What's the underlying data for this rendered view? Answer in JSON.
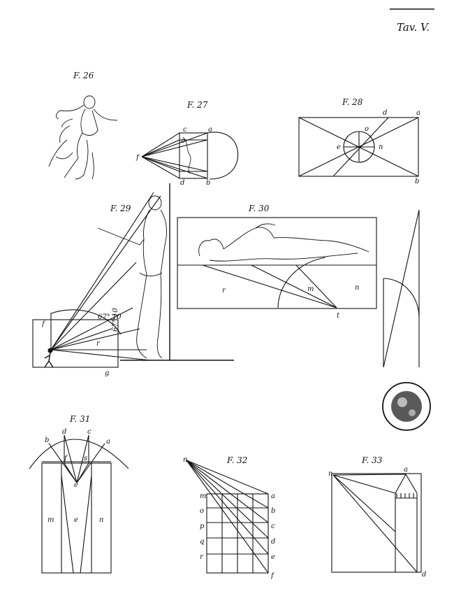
{
  "plate_title": "Tav. V.",
  "figures": {
    "f26": {
      "caption": "F. 26"
    },
    "f27": {
      "caption": "F. 27",
      "labels": [
        "c",
        "a",
        "o",
        "f",
        "d",
        "b"
      ]
    },
    "f28": {
      "caption": "F. 28",
      "labels": [
        "d",
        "a",
        "o",
        "e",
        "n",
        "b"
      ]
    },
    "f29": {
      "caption": "F. 29",
      "labels": [
        "f",
        "r",
        "g",
        "67°.10",
        "67°.10"
      ]
    },
    "f30": {
      "caption": "F. 30",
      "labels": [
        "r",
        "m",
        "n",
        "t"
      ]
    },
    "f31": {
      "caption": "F. 31",
      "labels": [
        "b",
        "d",
        "c",
        "a",
        "f",
        "s",
        "e",
        "m",
        "e",
        "n"
      ]
    },
    "f32": {
      "caption": "F. 32",
      "labels": [
        "n",
        "m",
        "a",
        "o",
        "b",
        "p",
        "c",
        "q",
        "d",
        "r",
        "e",
        "f"
      ]
    },
    "f33": {
      "caption": "F. 33",
      "labels": [
        "n",
        "a",
        "d"
      ]
    }
  },
  "colors": {
    "ink": "#111111",
    "paper": "#ffffff"
  }
}
